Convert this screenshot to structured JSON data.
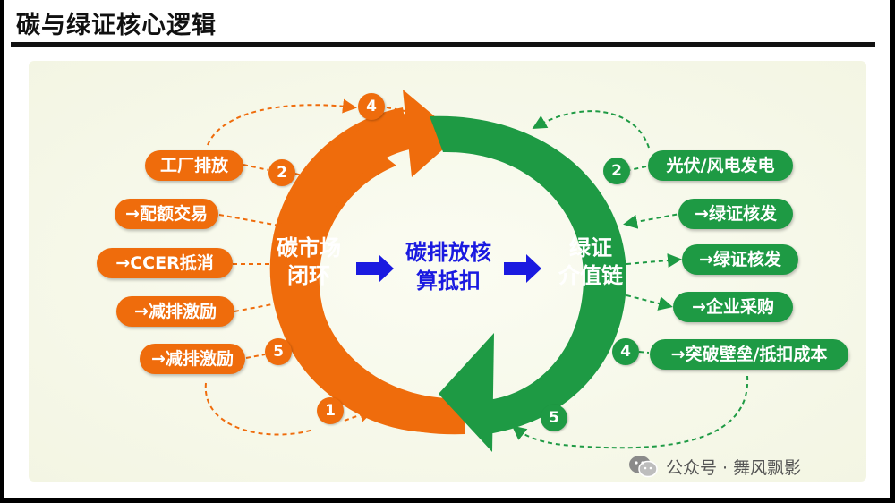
{
  "header": {
    "title": "碳与绿证核心逻辑"
  },
  "ring": {
    "left_label": "碳市场\n闭环",
    "right_label": "绿证\n介值链",
    "center_label": "碳排放核\n算抵扣"
  },
  "colors": {
    "orange": "#ef6c0c",
    "green": "#1e9a44",
    "blue": "#1a1ae0"
  },
  "left_items": [
    {
      "label": "工厂排放",
      "badge": "2"
    },
    {
      "label": "→配额交易",
      "badge": ""
    },
    {
      "label": "→CCER抵消",
      "badge": ""
    },
    {
      "label": "→减排激励",
      "badge": ""
    },
    {
      "label": "→减排激励",
      "badge": "5"
    }
  ],
  "left_top_badge": "4",
  "left_bottom_badge": "1",
  "right_items": [
    {
      "label": "光伏/风电发电",
      "badge": "2"
    },
    {
      "label": "→绿证核发",
      "badge": ""
    },
    {
      "label": "→绿证核发",
      "badge": ""
    },
    {
      "label": "→企业采购",
      "badge": ""
    },
    {
      "label": "→突破壁垒/抵扣成本",
      "badge": "4"
    }
  ],
  "right_bottom_badge": "5",
  "footer": {
    "icon": "wechat-icon",
    "text": "公众号 · 舞风飘影"
  }
}
